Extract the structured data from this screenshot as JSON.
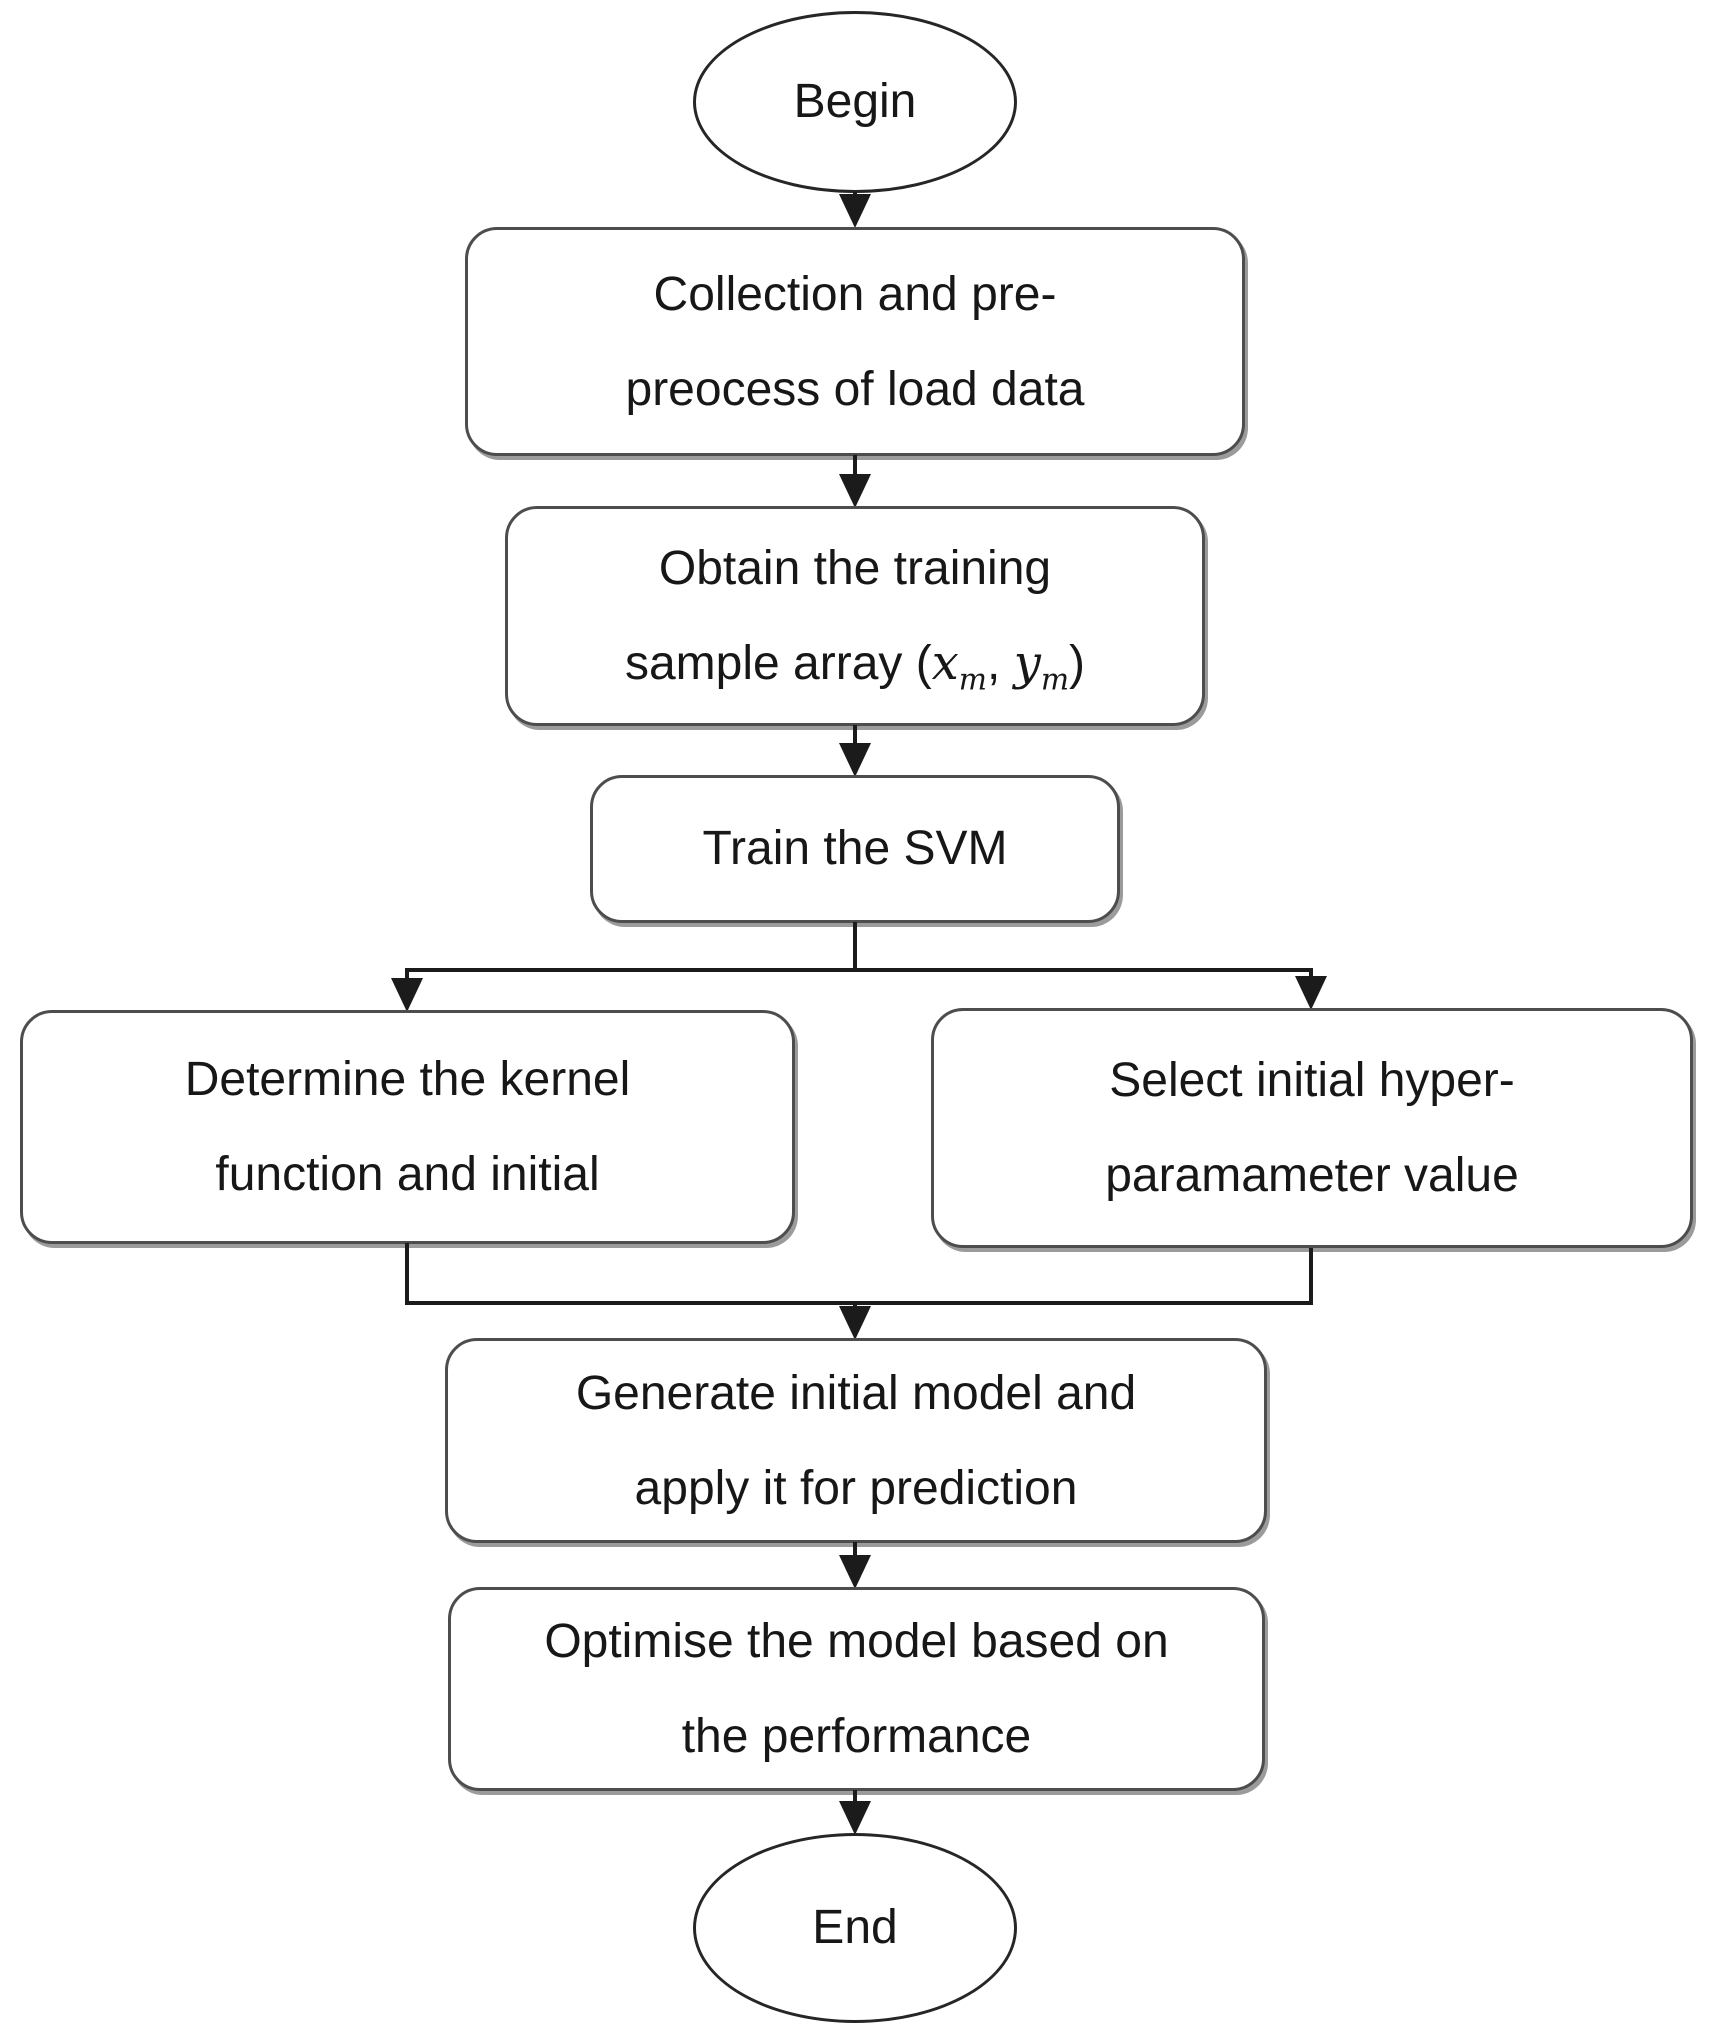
{
  "diagram": {
    "type": "flowchart",
    "description": "SVM load-forecasting model training procedure flowchart",
    "nodes": {
      "begin": {
        "shape": "ellipse",
        "label": "Begin"
      },
      "collect": {
        "shape": "rounded-rect",
        "line1": "Collection and pre-",
        "line2": "preocess of load data"
      },
      "obtain": {
        "shape": "rounded-rect",
        "line1": "Obtain the training",
        "line2_prefix": "sample array (",
        "var_x": "x",
        "sub_x": "m",
        "separator": ", ",
        "var_y": "y",
        "sub_y": "m",
        "line2_suffix": ")"
      },
      "train": {
        "shape": "rounded-rect",
        "label": "Train the SVM"
      },
      "kernel": {
        "shape": "rounded-rect",
        "line1": "Determine the kernel",
        "line2": "function and initial"
      },
      "hyper": {
        "shape": "rounded-rect",
        "line1": "Select initial hyper-",
        "line2": "paramameter value"
      },
      "generate": {
        "shape": "rounded-rect",
        "line1": "Generate initial model and",
        "line2": "apply it for prediction"
      },
      "optimise": {
        "shape": "rounded-rect",
        "line1": "Optimise the model based on",
        "line2": "the performance"
      },
      "end": {
        "shape": "ellipse",
        "label": "End"
      }
    },
    "edges": [
      {
        "from": "begin",
        "to": "collect"
      },
      {
        "from": "collect",
        "to": "obtain"
      },
      {
        "from": "obtain",
        "to": "train"
      },
      {
        "from": "train",
        "to": "kernel"
      },
      {
        "from": "train",
        "to": "hyper"
      },
      {
        "from": "kernel",
        "to": "generate"
      },
      {
        "from": "hyper",
        "to": "generate"
      },
      {
        "from": "generate",
        "to": "optimise"
      },
      {
        "from": "optimise",
        "to": "end"
      }
    ]
  },
  "colors": {
    "background": "#ffffff",
    "box_border": "#4d4d4d",
    "terminal_border": "#262626",
    "connector": "#1b1b1b",
    "text": "#171717",
    "shadow": "#9b9b9b"
  }
}
